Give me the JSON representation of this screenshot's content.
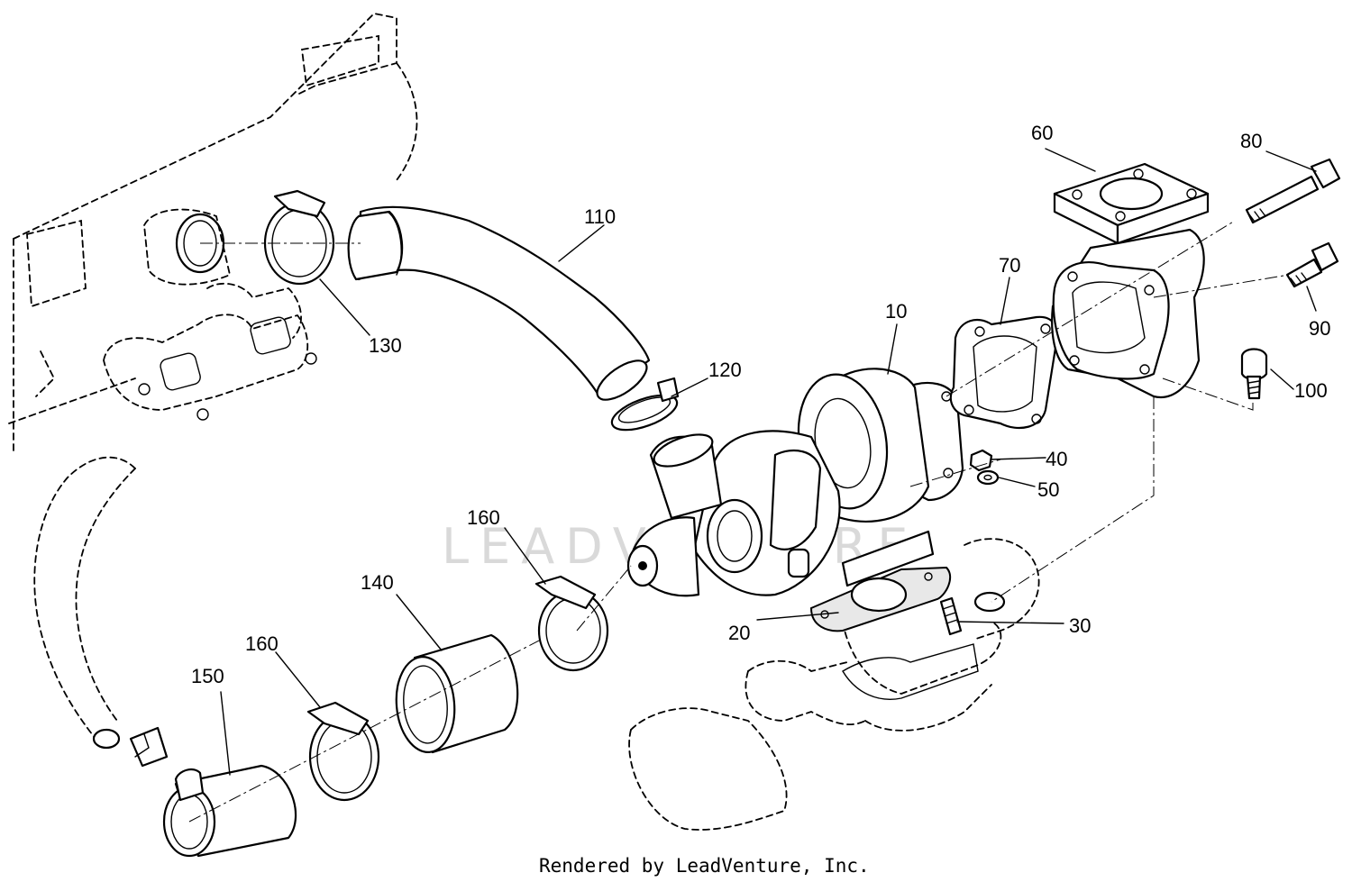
{
  "watermark": "LEADVENTURE",
  "credit": "Rendered by LeadVenture, Inc.",
  "callouts": [
    {
      "id": "c10",
      "text": "10"
    },
    {
      "id": "c20",
      "text": "20"
    },
    {
      "id": "c30",
      "text": "30"
    },
    {
      "id": "c40",
      "text": "40"
    },
    {
      "id": "c50",
      "text": "50"
    },
    {
      "id": "c60",
      "text": "60"
    },
    {
      "id": "c70",
      "text": "70"
    },
    {
      "id": "c80",
      "text": "80"
    },
    {
      "id": "c90",
      "text": "90"
    },
    {
      "id": "c100",
      "text": "100"
    },
    {
      "id": "c110",
      "text": "110"
    },
    {
      "id": "c120",
      "text": "120"
    },
    {
      "id": "c130",
      "text": "130"
    },
    {
      "id": "c140",
      "text": "140"
    },
    {
      "id": "c150",
      "text": "150"
    },
    {
      "id": "c160a",
      "text": "160"
    },
    {
      "id": "c160b",
      "text": "160"
    }
  ]
}
